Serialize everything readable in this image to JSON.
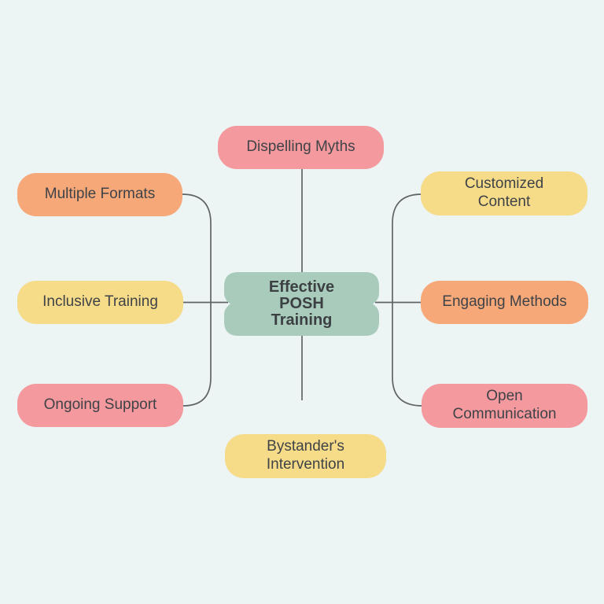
{
  "diagram": {
    "type": "mind-map",
    "title": "Effective POSH Training"
  },
  "palette": {
    "background": "#ECF4F4",
    "central_green": "#A9CBBC",
    "pink": "#F4999E",
    "orange": "#F6A879",
    "yellow": "#F6DB89",
    "text": "#3F4347",
    "connector": "#606468"
  },
  "central": {
    "label": "Effective POSH Training",
    "lines": [
      "Effective",
      "POSH",
      "Training"
    ]
  },
  "nodes": [
    {
      "id": "dispelling-myths",
      "label": "Dispelling Myths",
      "color": "pink",
      "position": "top"
    },
    {
      "id": "multiple-formats",
      "label": "Multiple Formats",
      "color": "orange",
      "position": "left-top"
    },
    {
      "id": "inclusive-training",
      "label": "Inclusive Training",
      "color": "yellow",
      "position": "left-middle"
    },
    {
      "id": "ongoing-support",
      "label": "Ongoing Support",
      "color": "pink",
      "position": "left-bottom"
    },
    {
      "id": "customized-content",
      "label": "Customized Content",
      "color": "yellow",
      "position": "right-top"
    },
    {
      "id": "engaging-methods",
      "label": "Engaging Methods",
      "color": "orange",
      "position": "right-middle"
    },
    {
      "id": "open-communication",
      "label": "Open Communication",
      "color": "pink",
      "position": "right-bottom"
    },
    {
      "id": "bystanders-intervention",
      "label": "Bystander's Intervention",
      "color": "yellow",
      "position": "bottom"
    }
  ],
  "edges": [
    {
      "from": "central",
      "to": "dispelling-myths"
    },
    {
      "from": "central",
      "to": "multiple-formats"
    },
    {
      "from": "central",
      "to": "inclusive-training"
    },
    {
      "from": "central",
      "to": "ongoing-support"
    },
    {
      "from": "central",
      "to": "customized-content"
    },
    {
      "from": "central",
      "to": "engaging-methods"
    },
    {
      "from": "central",
      "to": "open-communication"
    },
    {
      "from": "central",
      "to": "bystanders-intervention"
    }
  ]
}
